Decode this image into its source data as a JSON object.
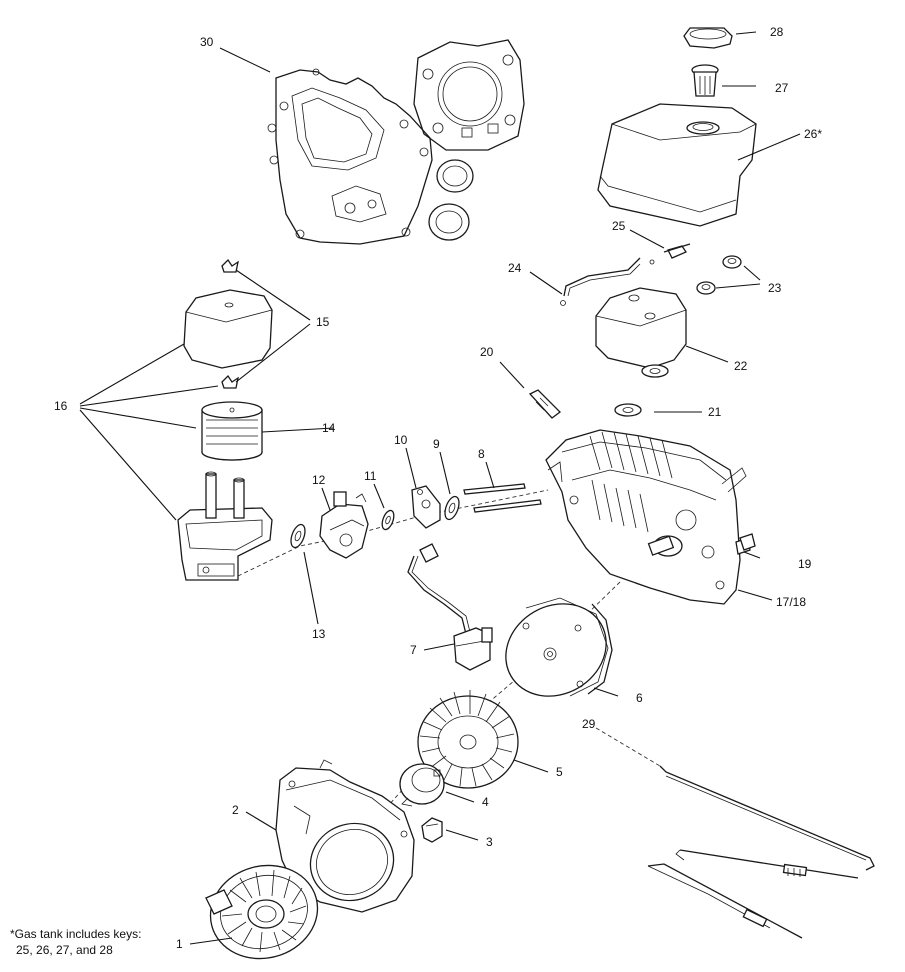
{
  "callouts": {
    "k1": "1",
    "k2": "2",
    "k3": "3",
    "k4": "4",
    "k5": "5",
    "k6": "6",
    "k7": "7",
    "k8": "8",
    "k9": "9",
    "k10": "10",
    "k11": "11",
    "k12": "12",
    "k13": "13",
    "k14": "14",
    "k15": "15",
    "k16": "16",
    "k17_18": "17/18",
    "k19": "19",
    "k20": "20",
    "k21": "21",
    "k22": "22",
    "k23": "23",
    "k24": "24",
    "k25": "25",
    "k26": "26*",
    "k27": "27",
    "k28": "28",
    "k29": "29",
    "k30": "30"
  },
  "footnote": {
    "line1": "*Gas tank includes keys:",
    "line2": "25, 26, 27, and 28"
  },
  "parts": {
    "p1": "recoil-starter-icon",
    "p2": "blower-housing-icon",
    "p3": "starter-cup-nut-icon",
    "p4": "starter-cup-icon",
    "p5": "cooling-fan-icon",
    "p6": "flywheel-icon",
    "p7": "ignition-coil-icon",
    "p8": "studs-icon",
    "p9": "gasket-icon",
    "p10": "carburetor-spacer-icon",
    "p11": "gasket-icon",
    "p12": "carburetor-icon",
    "p13": "gasket-icon",
    "p14": "air-filter-element-icon",
    "p15": "wing-nut-icon",
    "p16": "air-cleaner-assembly-icon",
    "p17_18": "engine-block-icon",
    "p19": "oil-fill-cap-icon",
    "p20": "spark-plug-icon",
    "p21": "gasket-icon",
    "p22": "heat-shield-icon",
    "p23": "spacer-icon",
    "p24": "fuel-line-icon",
    "p25": "fuel-valve-icon",
    "p26": "gas-tank-icon",
    "p27": "fuel-strainer-icon",
    "p28": "gas-cap-icon",
    "p29": "governor-spring-icon",
    "p30": "gasket-set-icon"
  },
  "colors": {
    "line": "#1a1a1a",
    "background": "#ffffff"
  }
}
